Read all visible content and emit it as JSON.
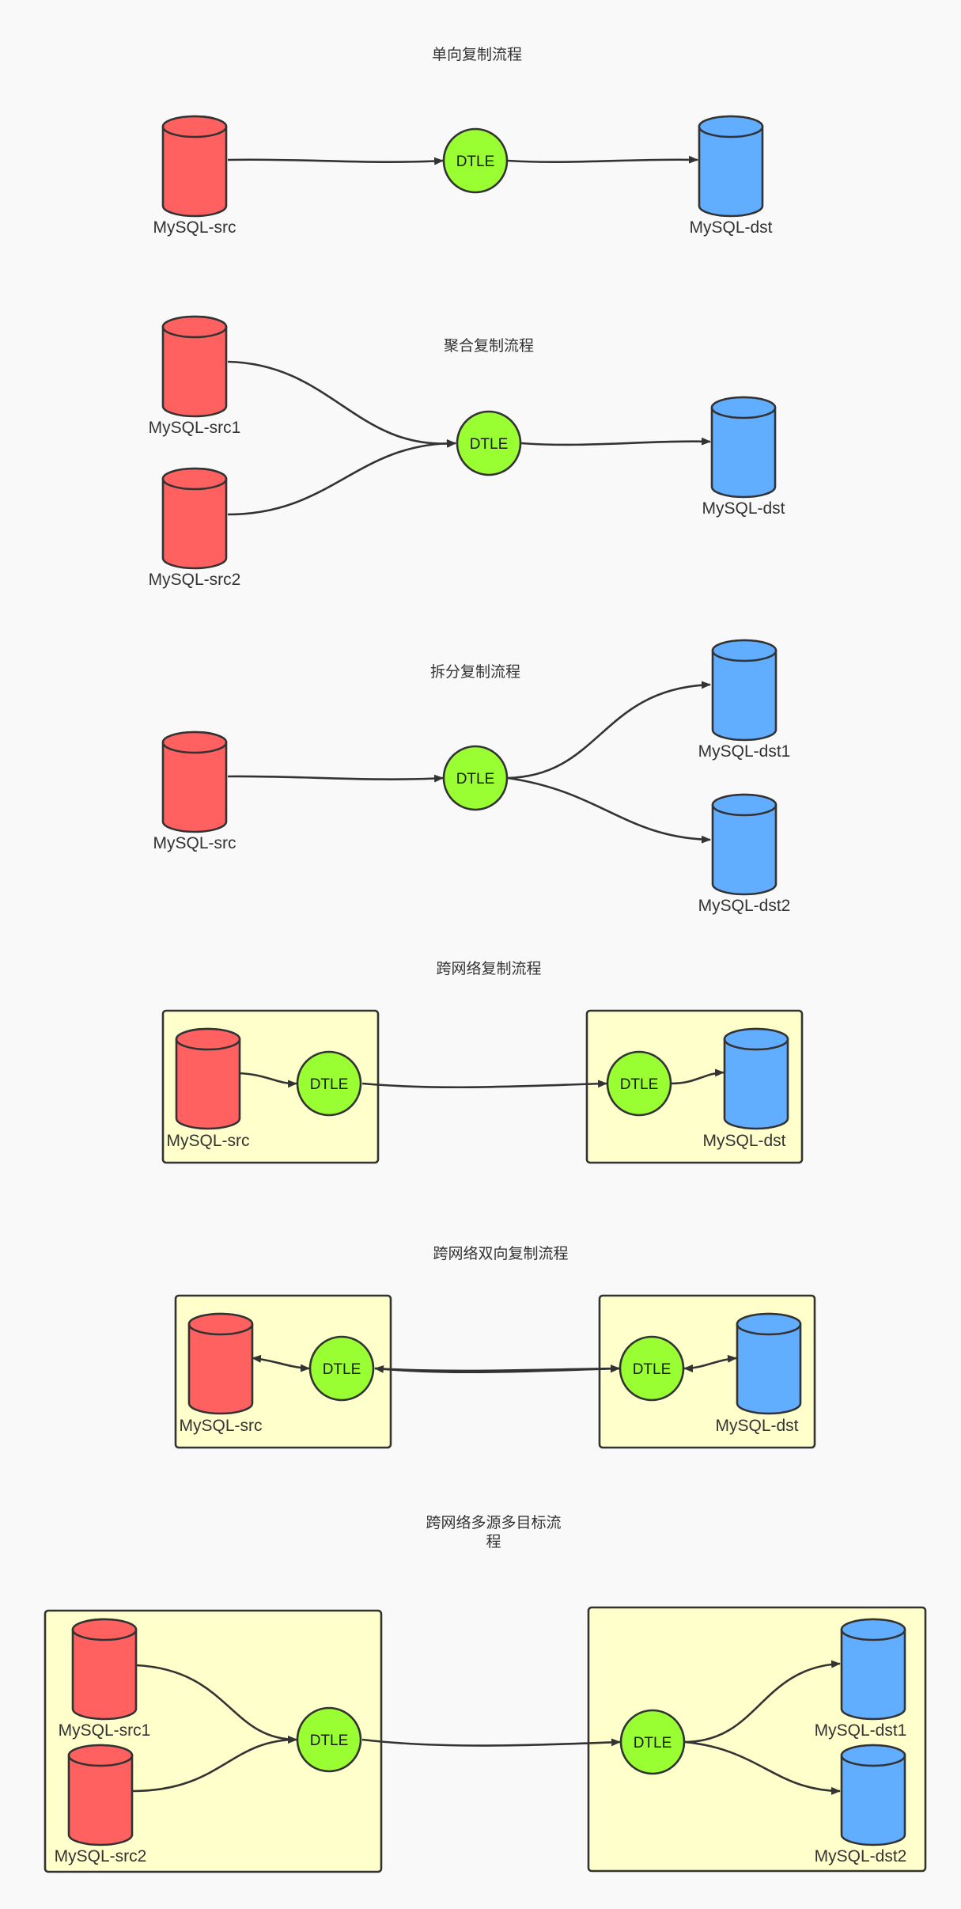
{
  "colors": {
    "background": "#f9f9f9",
    "source_db": "#ff6161",
    "target_db": "#61adff",
    "dtle_node": "#99ff33",
    "network_box": "#ffffcc",
    "stroke": "#333333"
  },
  "diagrams": [
    {
      "title": "单向复制流程",
      "dtle": [
        "DTLE"
      ],
      "sources": [
        "MySQL-src"
      ],
      "targets": [
        "MySQL-dst"
      ]
    },
    {
      "title": "聚合复制流程",
      "dtle": [
        "DTLE"
      ],
      "sources": [
        "MySQL-src1",
        "MySQL-src2"
      ],
      "targets": [
        "MySQL-dst"
      ]
    },
    {
      "title": "拆分复制流程",
      "dtle": [
        "DTLE"
      ],
      "sources": [
        "MySQL-src"
      ],
      "targets": [
        "MySQL-dst1",
        "MySQL-dst2"
      ]
    },
    {
      "title": "跨网络复制流程",
      "dtle": [
        "DTLE",
        "DTLE"
      ],
      "sources": [
        "MySQL-src"
      ],
      "targets": [
        "MySQL-dst"
      ]
    },
    {
      "title": "跨网络双向复制流程",
      "dtle": [
        "DTLE",
        "DTLE"
      ],
      "sources": [
        "MySQL-src"
      ],
      "targets": [
        "MySQL-dst"
      ]
    },
    {
      "title_lines": [
        "跨网络多源多目标流",
        "程"
      ],
      "dtle": [
        "DTLE",
        "DTLE"
      ],
      "sources": [
        "MySQL-src1",
        "MySQL-src2"
      ],
      "targets": [
        "MySQL-dst1",
        "MySQL-dst2"
      ]
    }
  ]
}
